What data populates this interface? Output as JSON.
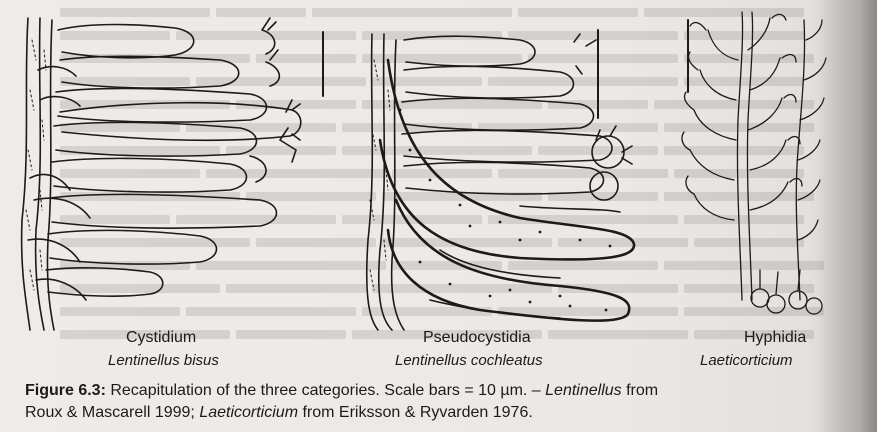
{
  "panels": [
    {
      "title": "Cystidium",
      "species": "Lentinellus bisus"
    },
    {
      "title": "Pseudocystidia",
      "species": "Lentinellus cochleatus"
    },
    {
      "title": "Hyphidia",
      "species": "Laeticorticium"
    }
  ],
  "caption": {
    "figure_label": "Figure 6.3:",
    "line1_text": " Recapitulation of the three categories. Scale bars = 10 µm. – ",
    "line1_genus": "Lentinellus",
    "line1_end": " from",
    "line2_start": "Roux & Mascarell 1999; ",
    "line2_genus": "Laeticorticium",
    "line2_end": " from Eriksson & Ryvarden 1976."
  },
  "colors": {
    "paper": "#ede9e6",
    "ink": "#1b1b1b",
    "bleed_text": "#6a6765"
  }
}
